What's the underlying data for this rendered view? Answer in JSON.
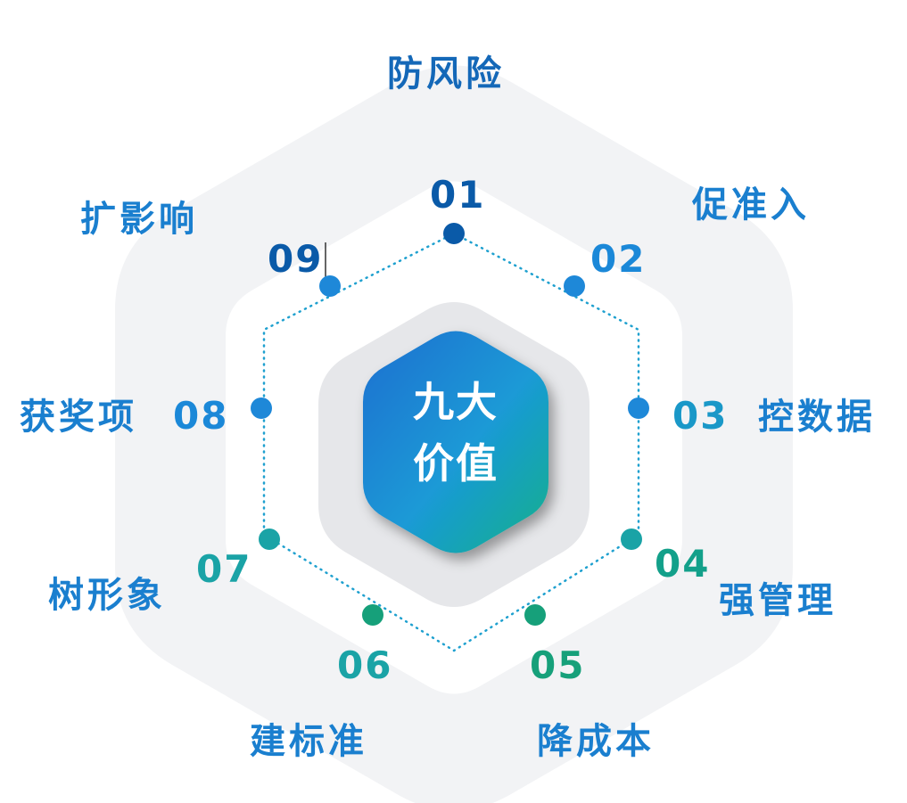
{
  "center": {
    "line1": "九大",
    "line2": "价值"
  },
  "colors": {
    "blue_dark": "#0a5aa8",
    "blue": "#1e88d8",
    "teal": "#1aa3a6",
    "green": "#16a07a",
    "gray_outer": "#f2f3f5",
    "gray_inner": "#e6e7ea"
  },
  "values": [
    {
      "num": "01",
      "label": "防风险"
    },
    {
      "num": "02",
      "label": "促准入"
    },
    {
      "num": "03",
      "label": "控数据"
    },
    {
      "num": "04",
      "label": "强管理"
    },
    {
      "num": "05",
      "label": "降成本"
    },
    {
      "num": "06",
      "label": "建标准"
    },
    {
      "num": "07",
      "label": "树形象"
    },
    {
      "num": "08",
      "label": "获奖项"
    },
    {
      "num": "09",
      "label": "扩影响"
    }
  ]
}
